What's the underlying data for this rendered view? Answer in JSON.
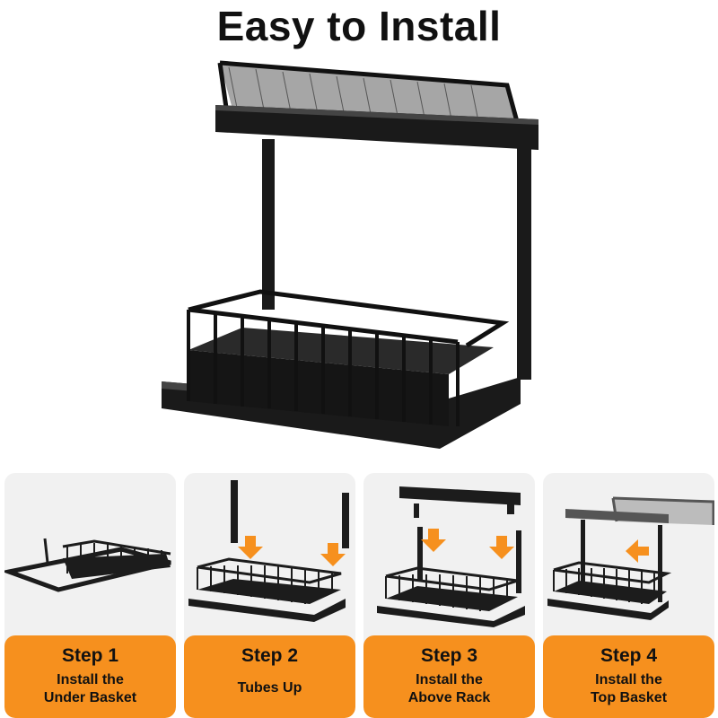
{
  "title": "Easy to Install",
  "colors": {
    "accent": "#f6901e",
    "metal": "#1c1c1c",
    "card_bg": "#f1f1f1"
  },
  "steps": [
    {
      "step": "Step 1",
      "line1": "Install the",
      "line2": "Under Basket"
    },
    {
      "step": "Step 2",
      "line1": "Tubes Up",
      "line2": ""
    },
    {
      "step": "Step 3",
      "line1": "Install the",
      "line2": "Above Rack"
    },
    {
      "step": "Step 4",
      "line1": "Install the",
      "line2": "Top Basket"
    }
  ],
  "icons": [
    "down-arrow-icon",
    "left-arrow-icon"
  ]
}
